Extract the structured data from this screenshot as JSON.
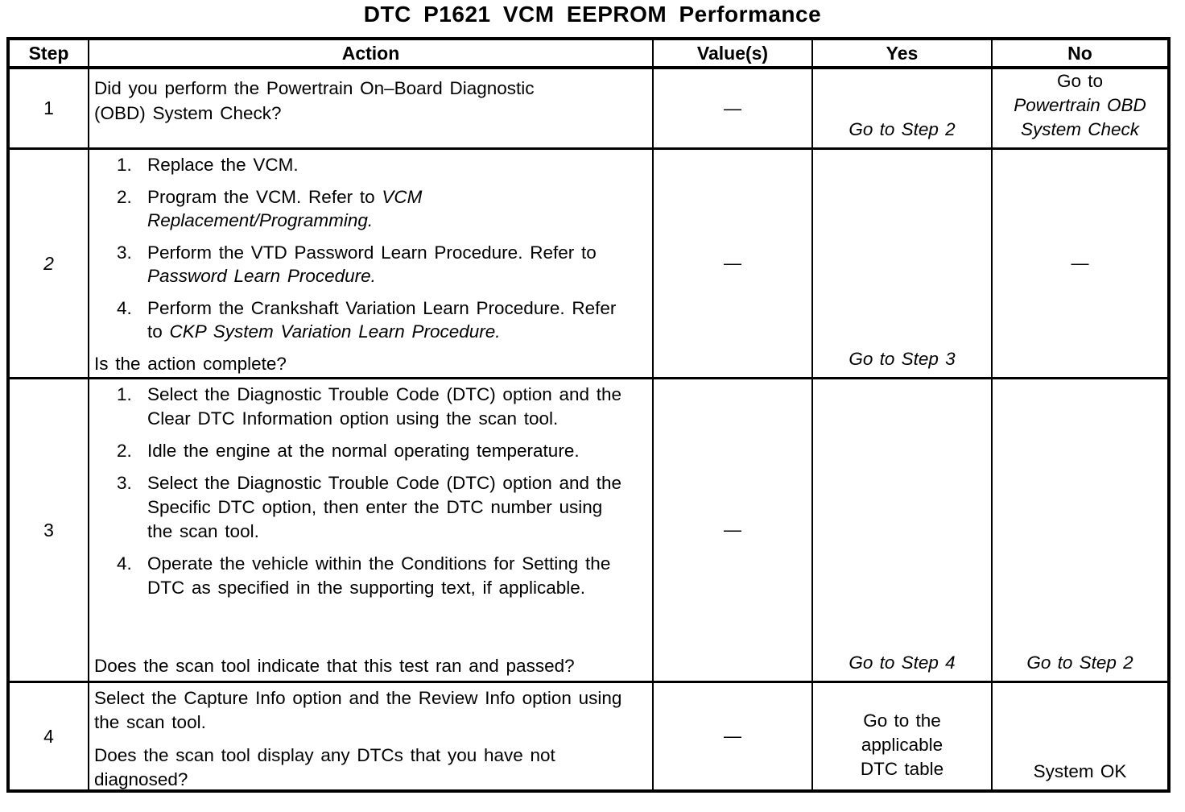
{
  "title": "DTC P1621 VCM EEPROM Performance",
  "headers": {
    "step": "Step",
    "action": "Action",
    "values": "Value(s)",
    "yes": "Yes",
    "no": "No"
  },
  "rows": {
    "r1": {
      "step": "1",
      "question": "Did you perform the Powertrain On–Board Diagnostic (OBD) System Check?",
      "value": "—",
      "yes": "Go to Step 2",
      "no_line1": "Go to",
      "no_line2": "Powertrain OBD",
      "no_line3": "System Check"
    },
    "r2": {
      "step": "2",
      "items": [
        {
          "num": "1.",
          "text": "Replace the VCM."
        },
        {
          "num": "2.",
          "text": "Program the VCM. Refer to",
          "ref": "VCM Replacement/Programming."
        },
        {
          "num": "3.",
          "text": "Perform the VTD Password Learn Procedure. Refer to",
          "ref": "Password Learn Procedure."
        },
        {
          "num": "4.",
          "text": "Perform the Crankshaft Variation Learn Procedure. Refer to",
          "ref": "CKP System Variation Learn Procedure."
        }
      ],
      "question": "Is the action complete?",
      "value": "—",
      "yes": "Go to Step 3",
      "no": "—"
    },
    "r3": {
      "step": "3",
      "items": [
        {
          "num": "1.",
          "text": "Select the Diagnostic Trouble Code (DTC) option and the Clear DTC Information option using the scan tool."
        },
        {
          "num": "2.",
          "text": "Idle the engine at the normal operating temperature."
        },
        {
          "num": "3.",
          "text": "Select the Diagnostic Trouble Code (DTC) option and the Specific DTC option, then enter the DTC number using the scan tool."
        },
        {
          "num": "4.",
          "text": "Operate the vehicle within the Conditions for Setting the DTC as specified in the supporting text, if applicable."
        }
      ],
      "question": "Does the scan tool indicate that this test ran and passed?",
      "value": "—",
      "yes": "Go to Step 4",
      "no": "Go to Step 2"
    },
    "r4": {
      "step": "4",
      "para1": "Select the Capture Info option and the Review Info option using the scan tool.",
      "para2": "Does the scan tool display any DTCs that you have not diagnosed?",
      "value": "—",
      "yes": "Go to the applicable DTC table",
      "no": "System OK"
    }
  }
}
